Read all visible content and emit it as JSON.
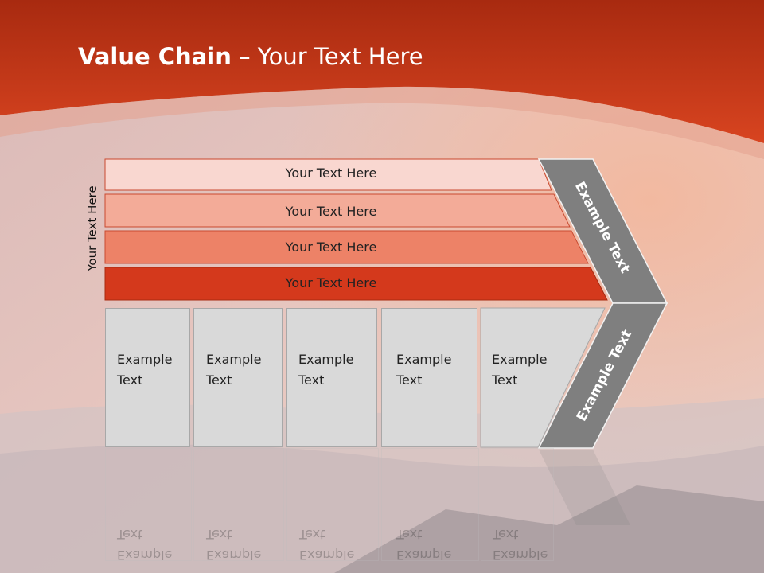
{
  "slide": {
    "title_bold": "Value Chain",
    "title_rest": " – Your Text Here",
    "side_label": "Your Text Here"
  },
  "bands": [
    {
      "label": "Your Text Here",
      "color": "#f9d7d0"
    },
    {
      "label": "Your Text Here",
      "color": "#f3ab98"
    },
    {
      "label": "Your Text Here",
      "color": "#ed8267"
    },
    {
      "label": "Your Text Here",
      "color": "#d4391c"
    }
  ],
  "boxes": [
    {
      "text": "Example\nText"
    },
    {
      "text": "Example\nText"
    },
    {
      "text": "Example\nText"
    },
    {
      "text": "Example\nText"
    },
    {
      "text": "Example\nText"
    }
  ],
  "chevron": {
    "upper_text": "Example Text",
    "lower_text": "Example Text",
    "color": "#7f7f7f"
  },
  "colors": {
    "header": "#c83a18",
    "sky": "#e6c8c2"
  }
}
